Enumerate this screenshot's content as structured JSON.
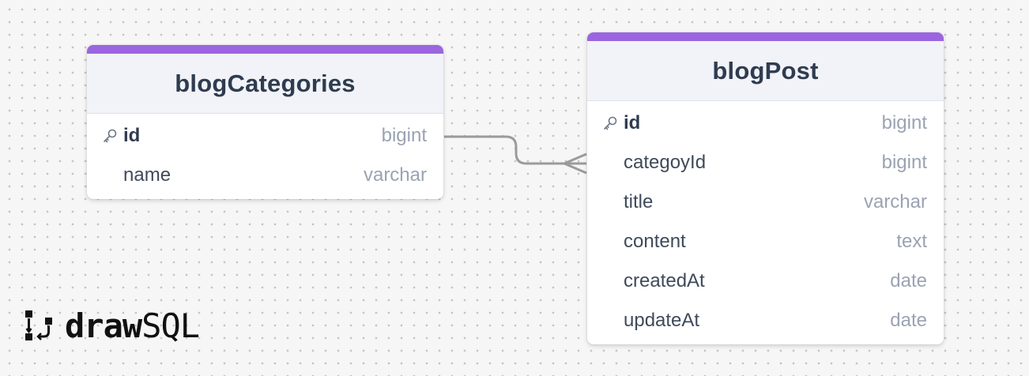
{
  "colors": {
    "accent": "#9b65e0",
    "relationship": "#9b9b9b"
  },
  "tables": [
    {
      "name": "blogCategories",
      "columns": [
        {
          "name": "id",
          "type": "bigint",
          "primary_key": true
        },
        {
          "name": "name",
          "type": "varchar",
          "primary_key": false
        }
      ]
    },
    {
      "name": "blogPost",
      "columns": [
        {
          "name": "id",
          "type": "bigint",
          "primary_key": true
        },
        {
          "name": "categoyId",
          "type": "bigint",
          "primary_key": false
        },
        {
          "name": "title",
          "type": "varchar",
          "primary_key": false
        },
        {
          "name": "content",
          "type": "text",
          "primary_key": false
        },
        {
          "name": "createdAt",
          "type": "date",
          "primary_key": false
        },
        {
          "name": "updateAt",
          "type": "date",
          "primary_key": false
        }
      ]
    }
  ],
  "relationships": [
    {
      "from": "blogCategories.id",
      "to": "blogPost.categoyId",
      "cardinality": "one-to-many"
    }
  ],
  "logo": {
    "text_bold": "draw",
    "text_light": "SQL",
    "icon": "drawsql-logo-icon"
  }
}
